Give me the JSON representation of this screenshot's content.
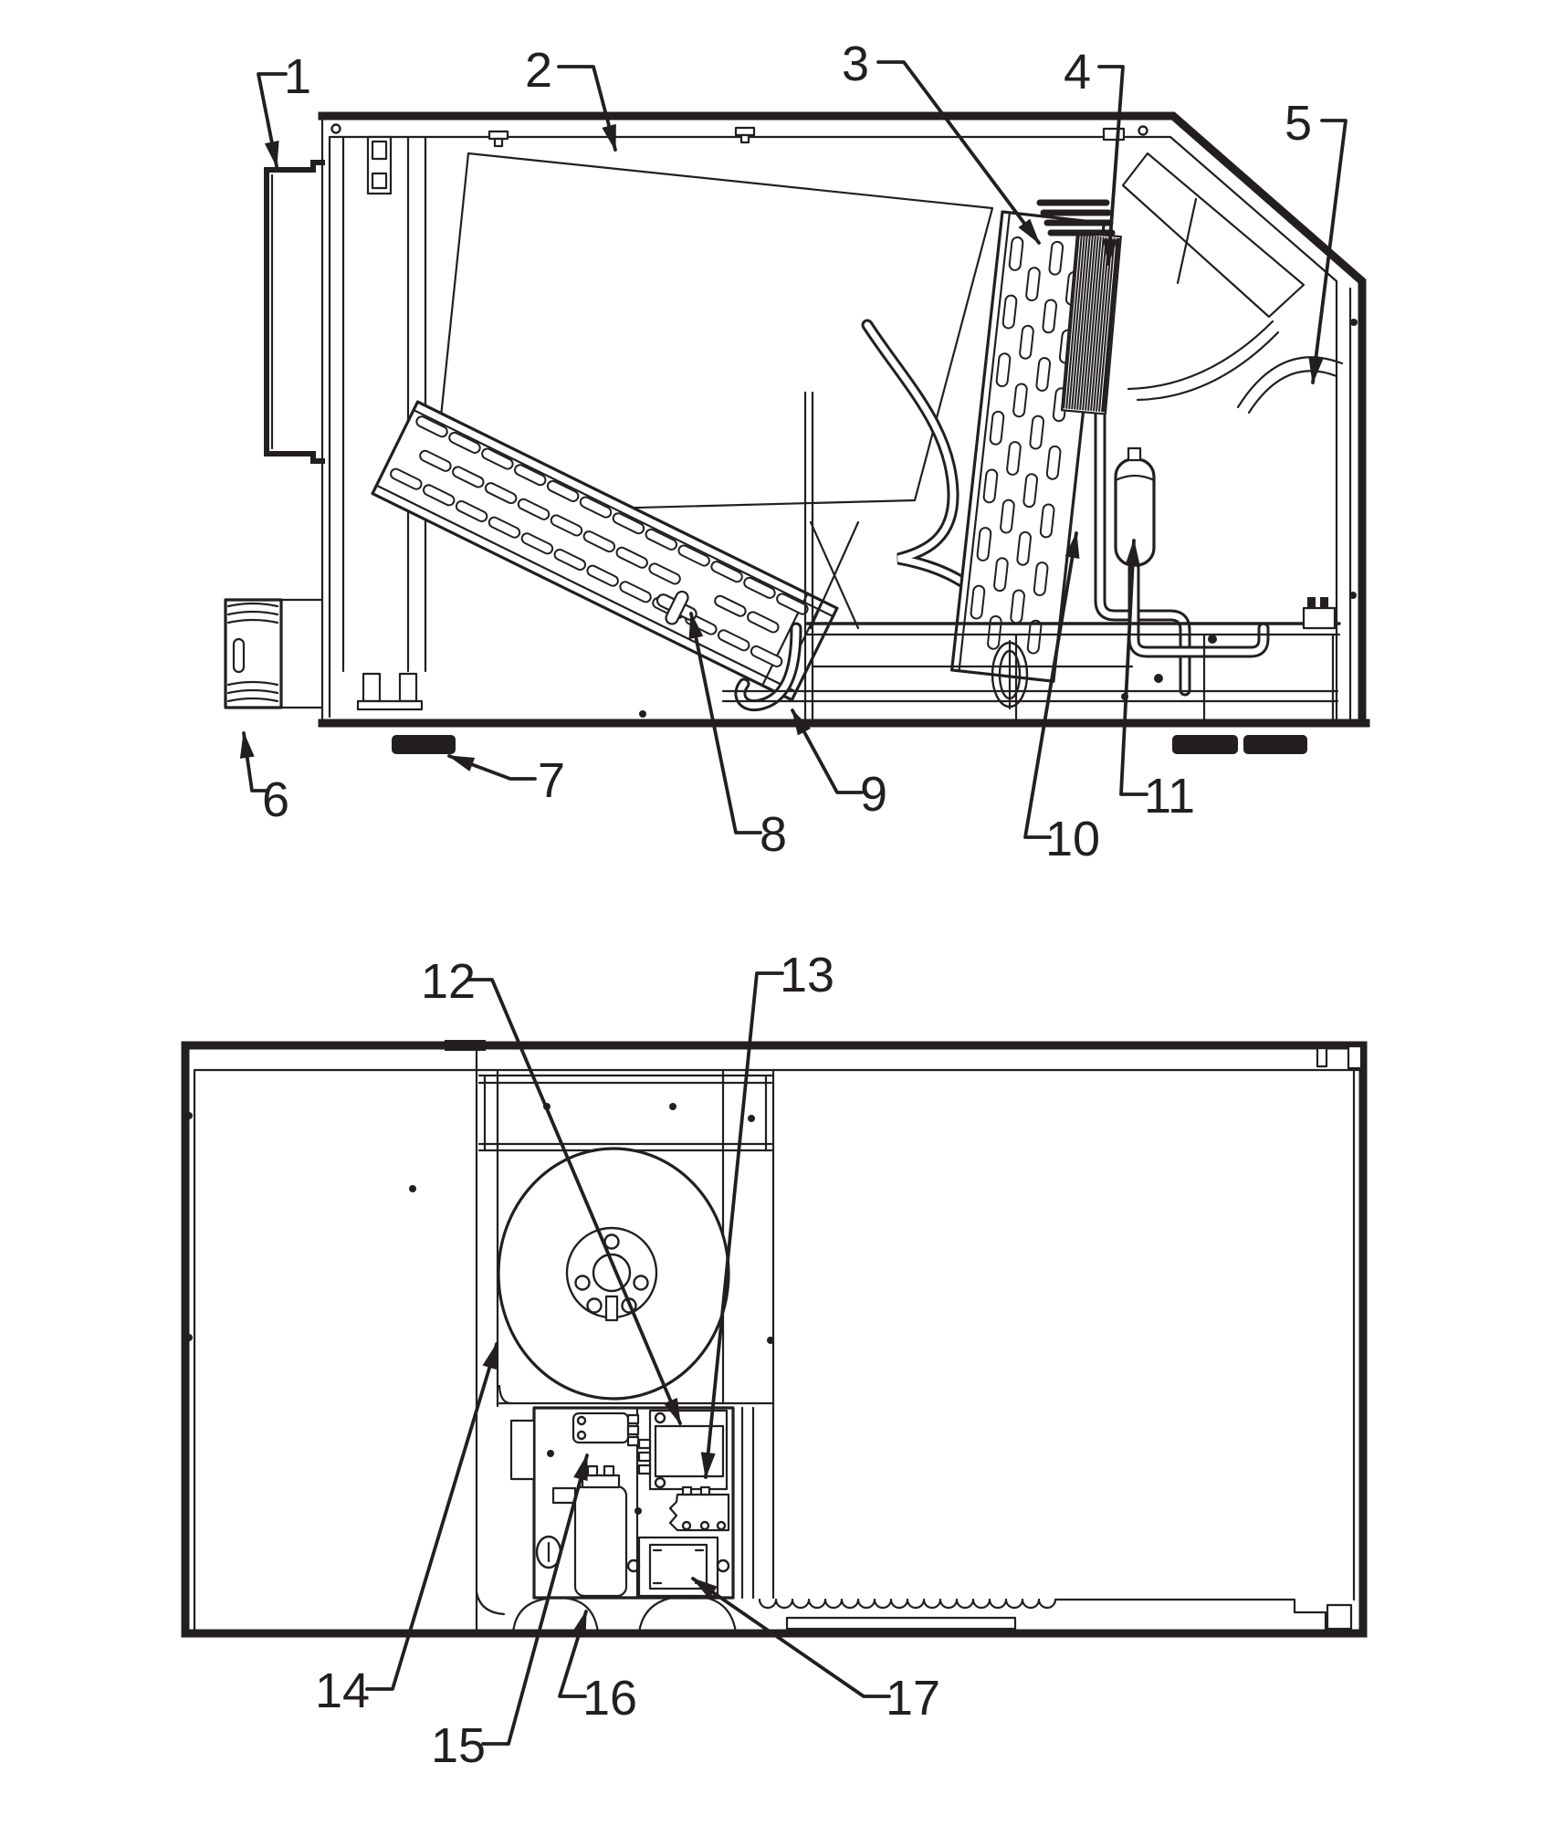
{
  "diagram": {
    "type": "technical-line-drawing",
    "subject": "packaged HVAC unit internal component diagram, two views",
    "background_color": "#ffffff",
    "line_color": "#231f20",
    "views": [
      {
        "id": "side-cutaway-view",
        "position": "top"
      },
      {
        "id": "top-down-view",
        "position": "bottom"
      }
    ],
    "callout_count": 17
  },
  "callouts": [
    {
      "label": "1"
    },
    {
      "label": "2"
    },
    {
      "label": "3"
    },
    {
      "label": "4"
    },
    {
      "label": "5"
    },
    {
      "label": "6"
    },
    {
      "label": "7"
    },
    {
      "label": "8"
    },
    {
      "label": "9"
    },
    {
      "label": "10"
    },
    {
      "label": "11"
    },
    {
      "label": "12"
    },
    {
      "label": "13"
    },
    {
      "label": "14"
    },
    {
      "label": "15"
    },
    {
      "label": "16"
    },
    {
      "label": "17"
    }
  ]
}
